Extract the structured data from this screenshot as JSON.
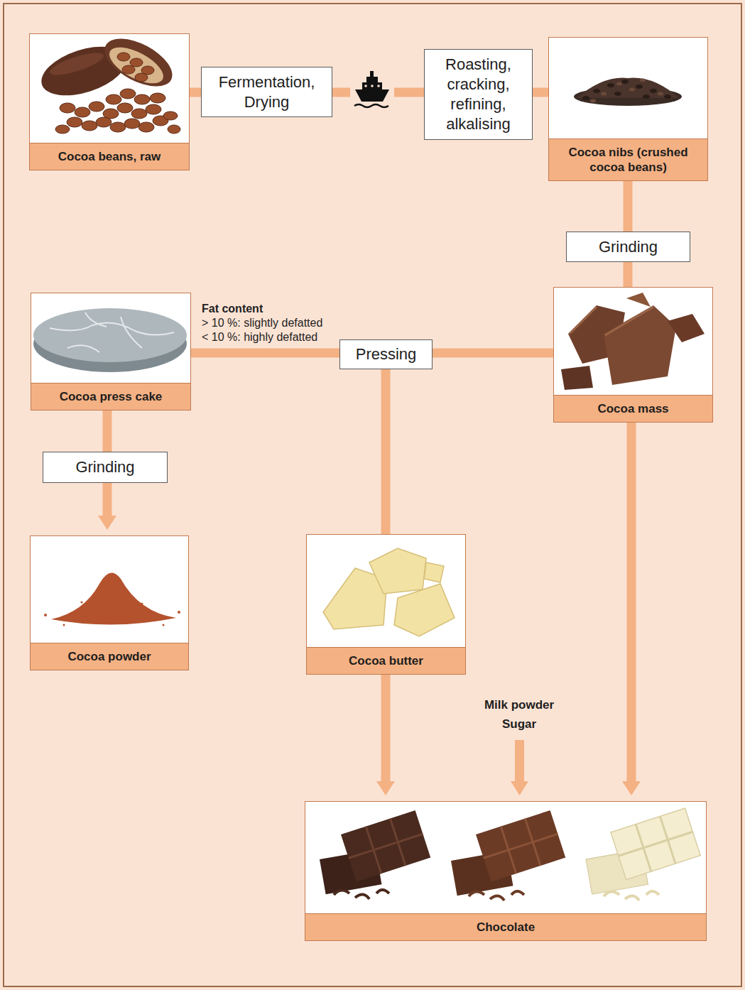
{
  "diagram": {
    "nodes": [
      {
        "text": [
          "Cocoa beans, raw"
        ]
      },
      {
        "text": [
          "Fermentation, Drying"
        ]
      },
      {
        "text": [
          "Roasting, cracking, refining, alkalising"
        ]
      },
      {
        "text": [
          "Cocoa nibs (crushed cocoa beans)"
        ]
      },
      {
        "text": [
          "Grinding"
        ]
      },
      {
        "text": [
          "Cocoa press cake"
        ]
      },
      {
        "text": [
          "Pressing"
        ]
      },
      {
        "text": [
          "Cocoa mass"
        ]
      },
      {
        "text": [
          "Grinding"
        ]
      },
      {
        "text": [
          "Cocoa powder"
        ]
      },
      {
        "text": [
          "Cocoa butter"
        ]
      },
      {
        "text": [
          "Chocolate"
        ]
      }
    ],
    "edges": [
      {
        "from": 0,
        "to": 1,
        "arrow": "none"
      },
      {
        "from": 1,
        "to": 2,
        "arrow": "none"
      },
      {
        "from": 2,
        "to": 3,
        "arrow": "none"
      },
      {
        "from": 3,
        "to": 4,
        "arrow": "none"
      },
      {
        "from": 4,
        "to": 7,
        "arrow": "none"
      },
      {
        "from": 7,
        "to": 6,
        "arrow": "none"
      },
      {
        "from": 6,
        "to": 5,
        "arrow": "none"
      },
      {
        "from": 5,
        "to": 8,
        "arrow": "none"
      },
      {
        "from": 8,
        "to": 9,
        "arrow": "to"
      },
      {
        "from": 6,
        "to": 10,
        "arrow": "none"
      },
      {
        "from": 10,
        "to": 11,
        "arrow": "to"
      },
      {
        "from": 7,
        "to": 11,
        "arrow": "to"
      }
    ],
    "labels": [
      "Fat content",
      "> 10 %: slightly defatted",
      "< 10 %: highly defatted",
      "Milk powder",
      "Sugar"
    ]
  }
}
